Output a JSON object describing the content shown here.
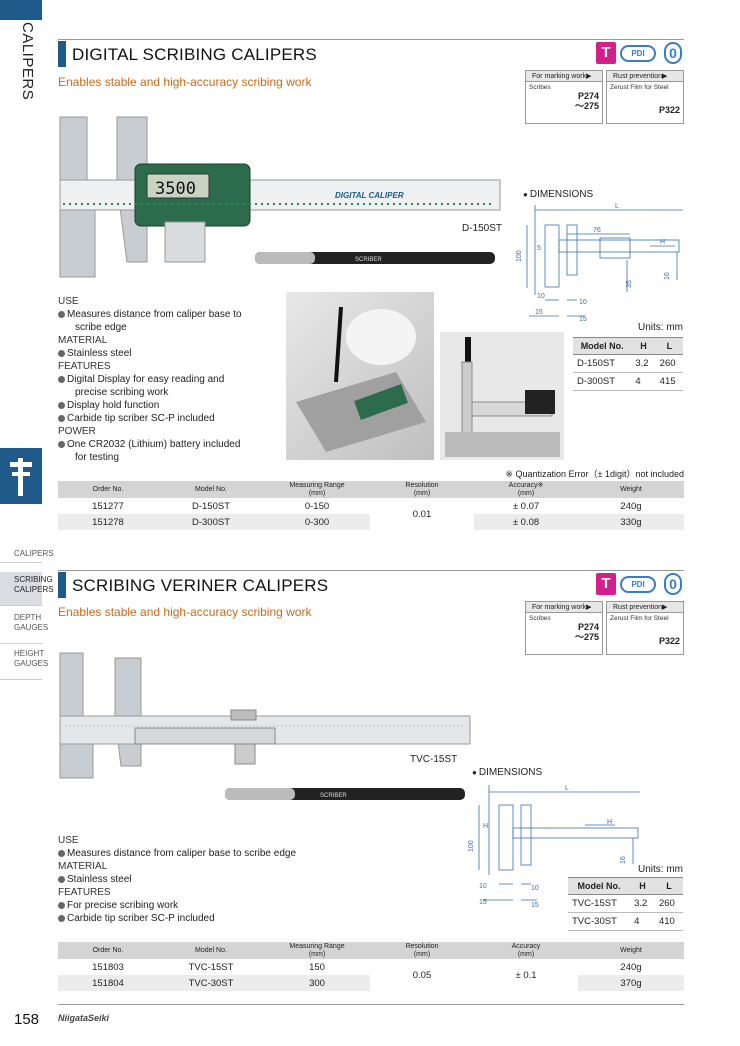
{
  "sidebar": {
    "title": "CALIPERS",
    "nav": [
      "CALIPERS",
      "SCRIBING CALIPERS",
      "DEPTH GAUGES",
      "HEIGHT GAUGES"
    ],
    "active_index": 1
  },
  "badges": {
    "t": "T",
    "pdi": "PDI",
    "zero": "0"
  },
  "refs": {
    "marking_head": "For marking work▶",
    "marking_item": "Scribes",
    "marking_page": "P274\n～275",
    "rust_head": "Rust prevention▶",
    "rust_item": "Zerust Film for Steel",
    "rust_page": "P322"
  },
  "section1": {
    "title": "DIGITAL SCRIBING CALIPERS",
    "subtitle": "Enables stable and high-accuracy scribing work",
    "product_label": "D-150ST",
    "caliper_brand": "DIGITAL CALIPER",
    "lcd": "3500",
    "scriber_label": "SCRIBER",
    "dimensions_label": "DIMENSIONS",
    "units": "Units: mm",
    "spec": {
      "use_h": "USE",
      "use": [
        "Measures distance from caliper base to",
        "scribe edge"
      ],
      "material_h": "MATERIAL",
      "material": "Stainless steel",
      "features_h": "FEATURES",
      "features": [
        [
          "Digital Display for easy reading and",
          "precise scribing work"
        ],
        [
          "Display hold function"
        ],
        [
          "Carbide tip scriber SC-P included"
        ]
      ],
      "power_h": "POWER",
      "power": [
        "One CR2032 (Lithium) battery included",
        "for testing"
      ]
    },
    "model_table": {
      "headers": [
        "Model No.",
        "H",
        "L"
      ],
      "rows": [
        [
          "D-150ST",
          "3.2",
          "260"
        ],
        [
          "D-300ST",
          "4",
          "415"
        ]
      ]
    },
    "note": "※ Quantization Error（± 1digit）not included",
    "order_table": {
      "headers": [
        "Order No.",
        "Model No.",
        "Measuring Range\n(mm)",
        "Resolution\n(mm)",
        "Accuracy※\n(mm)",
        "Weight"
      ],
      "rows": [
        [
          "151277",
          "D-150ST",
          "0-150",
          "± 0.07",
          "240g"
        ],
        [
          "151278",
          "D-300ST",
          "0-300",
          "± 0.08",
          "330g"
        ]
      ],
      "resolution": "0.01"
    },
    "dims": {
      "L": "L",
      "76": "76",
      "H": "H",
      "100": "100",
      "35": "35",
      "16": "16",
      "10a": "10",
      "10b": "10",
      "15a": "15",
      "15b": "15",
      "5": "5"
    }
  },
  "section2": {
    "title": "SCRIBING VERINER CALIPERS",
    "subtitle": "Enables stable and high-accuracy scribing work",
    "product_label": "TVC-15ST",
    "scriber_label": "SCRIBER",
    "dimensions_label": "DIMENSIONS",
    "units": "Units: mm",
    "spec": {
      "use_h": "USE",
      "use": "Measures distance from caliper base to scribe edge",
      "material_h": "MATERIAL",
      "material": "Stainless steel",
      "features_h": "FEATURES",
      "features": [
        "For precise scribing work",
        "Carbide tip scriber SC-P included"
      ]
    },
    "model_table": {
      "headers": [
        "Model No.",
        "H",
        "L"
      ],
      "rows": [
        [
          "TVC-15ST",
          "3.2",
          "260"
        ],
        [
          "TVC-30ST",
          "4",
          "410"
        ]
      ]
    },
    "order_table": {
      "headers": [
        "Order No.",
        "Model No.",
        "Measuring Range\n(mm)",
        "Resolution\n(mm)",
        "Accuracy\n(mm)",
        "Weight"
      ],
      "rows": [
        [
          "151803",
          "TVC-15ST",
          "150",
          "240g"
        ],
        [
          "151804",
          "TVC-30ST",
          "300",
          "370g"
        ]
      ],
      "resolution": "0.05",
      "accuracy": "± 0.1"
    },
    "dims": {
      "L": "L",
      "H": "H",
      "100": "100",
      "16": "16",
      "10a": "10",
      "10b": "10",
      "15a": "15",
      "15b": "15"
    }
  },
  "footer": {
    "page": "158",
    "brand": "NiigataSeiki"
  }
}
